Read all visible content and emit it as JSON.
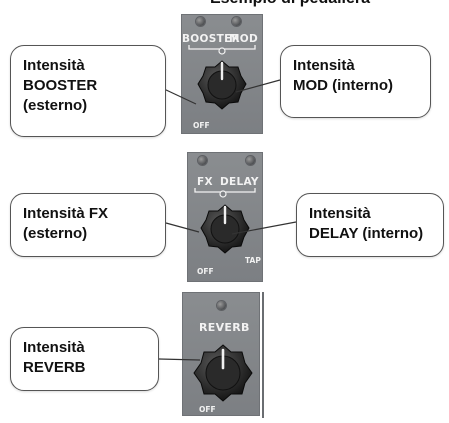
{
  "top_text": "Esempio di pedaliera",
  "panels": [
    {
      "labels": [
        "BOOSTER",
        "MOD"
      ],
      "min_label": "OFF",
      "callouts": {
        "left": [
          "Intensità",
          "BOOSTER",
          "(esterno)"
        ],
        "right": [
          "Intensità",
          "MOD (interno)"
        ]
      }
    },
    {
      "labels": [
        "FX",
        "DELAY"
      ],
      "min_label": "OFF",
      "extra_label": "TAP",
      "callouts": {
        "left": [
          "Intensità FX",
          "(esterno)"
        ],
        "right": [
          "Intensità",
          "DELAY (interno)"
        ]
      }
    },
    {
      "labels": [
        "REVERB"
      ],
      "min_label": "OFF",
      "callouts": {
        "left": [
          "Intensità",
          "REVERB"
        ]
      }
    }
  ]
}
